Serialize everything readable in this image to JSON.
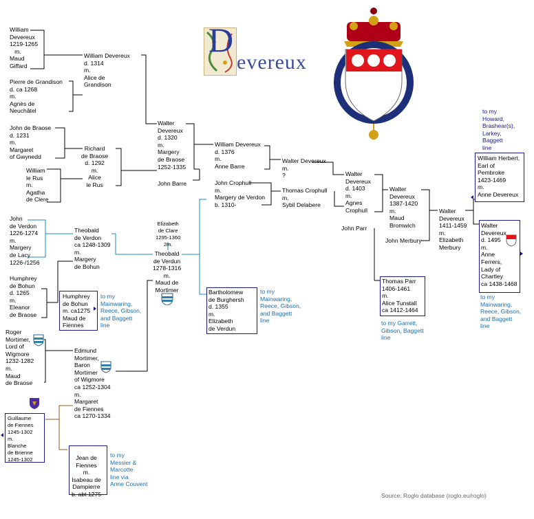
{
  "title": "evereux",
  "title_initial": "D",
  "source": "Source:  Roglo database (roglo.eu/roglo)",
  "people": {
    "william_1219": "William\nDevereux\n1219-1265\n   m.\nMaud\nGiffard",
    "william_1314": "William Devereux\nd. 1314\nm.\nAlice de\nGrandison",
    "pierre": "Pierre de Grandison\nd. ca 1268\nm.\nAgnès de\nNeuchâtel",
    "john_braose": "John de Braose\nd. 1231\nm.\nMargaret\nof Gwynedd",
    "richard_braose": "Richard\nde Braose\nd. 1292\nm.\nAlice\nle Rus",
    "william_rus": "William\nle Rus\nm.\nAgatha\nde Clere",
    "walter_1320": "Walter\nDevereux\nd. 1320\nm.\nMargery\nde Braose\n1252-1335",
    "john_barre": "John Barre",
    "william_1376": "William Devereux\nd. 1376\nm.\nAnne Barre",
    "walter_q": "Walter Devereux\nm.\n?",
    "john_crophull": "John Crophull\nm.\nMargery de Verdon\nb. 1310-",
    "thomas_crophull": "Thomas Crophull\nm.\nSybil Delabere",
    "walter_1403": "Walter\nDevereux\nd. 1403\nm.\nAgnes\nCrophull",
    "john_parr": "John Parr",
    "walter_1387": "Walter\nDevereux\n1387-1420\nm.\nMaud\nBromwich",
    "john_merbury": "John Merbury",
    "walter_1411": "Walter\nDevereux\n1411-1459\nm.\nElizabeth\nMerbury",
    "william_herbert": "William Herbert,\nEarl of\nPembroke\n1423-1469\nm.\nAnne Devereux",
    "walter_1495": "Walter\nDevereux\nd. 1495\nm.\nAnne\nFerrers,\nLady of\nChartley\nca 1438-1468",
    "thomas_parr": "Thomas Parr\n1406-1461\nm.\nAlice Tunstall\nca 1412-1464",
    "john_verdon": "John\nde Verdon\n1226-1274\nm.\nMargery\nde Lacy\n1226-/1256",
    "theobald_1248": "Theobald\nde Verdon\nca 1248-1309\nm.\nMargery\nde Bohun",
    "elizabeth_clare": "Elizabeth\nde Clare\n1295-1360\n2m.",
    "theobald_1278": "Theobald\nde Verdun\n1278-1316\nm.\nMaud de\nMortimer",
    "bartholomew": "Bartholomew\nde Burghersh\nd. 1355\nm.\nElizabeth\nde Verdun",
    "humphrey_1265": "Humphrey\nde Bohun\nd. 1265\nm.\nEleanor\nde Braose",
    "humphrey_1275": "Humphrey\nde Bohun\nm. ca1275\nMaud de\nFiennes",
    "roger_mortimer": "Roger\nMortimer,\nLord of\nWigmore\n1232-1282\nm.\nMaud\nde Braose",
    "edmund_mortimer": "Edmund\nMortimer,\nBaron\nMortimer\nof Wigmore\nca 1252-1304\nm.\nMargaret\nde Fiennes\nca 1270-1334",
    "guillaume": "Guillaume\nde Fiennes\n1245-1302\nm.\nBlanche\nde Brienne\n1245-1302",
    "jean_fiennes": "Jean de\nFiennes\nm.\nIsabeau de\nDampierre\nb. abt 1275"
  },
  "links": {
    "howard": "to my\nHoward,\nBrashear(s),\nLarkey,\nBaggett\nline",
    "mainwaring_right": "to my\nMainwaring,\nReece, Gibson,\nand Baggett\nline",
    "mainwaring_bart": "to my\nMainwaring,\nReece, Gibson,\nand Baggett\nline",
    "mainwaring_humphrey": "to my\nMainwaring,\nReece, Gibson,\nand Baggett\nline",
    "garrett": "to my Garrett,\nGibson, Baggett\nline",
    "messier": "to my\nMessier &\nMarcotte\nline via\nAnne Couvent"
  },
  "colors": {
    "devereux_line": "#000000",
    "verdon_line": "#1a8ac0",
    "fiennes_line": "#8a5a1a",
    "box_border": "#1a1a8c",
    "link_text": "#1a6fb0",
    "shield_red": "#e0161c",
    "garter_blue": "#1e2f7a",
    "crown_red": "#b00018",
    "gold": "#d4a017"
  }
}
